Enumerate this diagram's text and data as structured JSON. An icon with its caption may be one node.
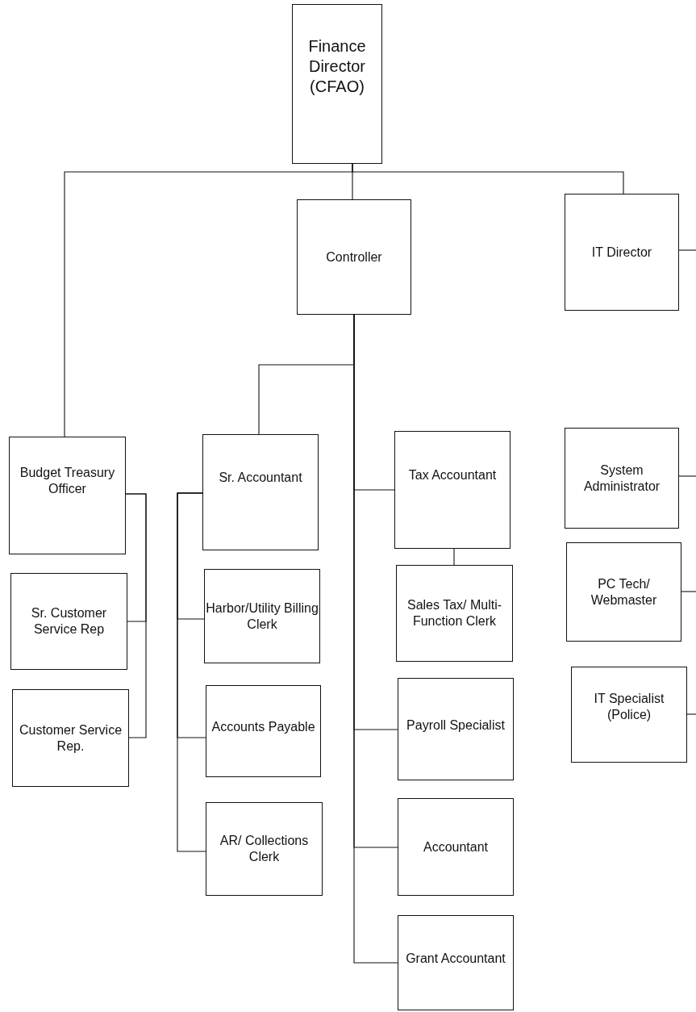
{
  "diagram": {
    "nodes": [
      {
        "text": [
          "Finance Director (CFAO)"
        ]
      },
      {
        "text": [
          "Controller"
        ]
      },
      {
        "text": [
          "IT Director"
        ]
      },
      {
        "text": [
          "Budget Treasury Officer"
        ]
      },
      {
        "text": [
          "Sr. Customer Service Rep"
        ]
      },
      {
        "text": [
          "Customer Service Rep."
        ]
      },
      {
        "text": [
          "Sr. Accountant"
        ]
      },
      {
        "text": [
          "Harbor/Utility Billing Clerk"
        ]
      },
      {
        "text": [
          "Accounts Payable"
        ]
      },
      {
        "text": [
          "AR/ Collections Clerk"
        ]
      },
      {
        "text": [
          "Tax Accountant"
        ]
      },
      {
        "text": [
          "Sales Tax/ Multi-Function Clerk"
        ]
      },
      {
        "text": [
          "Payroll Specialist"
        ]
      },
      {
        "text": [
          "Accountant"
        ]
      },
      {
        "text": [
          "Grant Accountant"
        ]
      },
      {
        "text": [
          "System Administrator"
        ]
      },
      {
        "text": [
          "PC Tech/ Webmaster"
        ]
      },
      {
        "text": [
          "IT Specialist (Police)"
        ]
      }
    ],
    "edges": [
      {
        "from": 0,
        "to": 3,
        "arrow": "none"
      },
      {
        "from": 0,
        "to": 1,
        "arrow": "none"
      },
      {
        "from": 0,
        "to": 2,
        "arrow": "none"
      },
      {
        "from": 1,
        "to": 6,
        "arrow": "none"
      },
      {
        "from": 1,
        "to": 10,
        "arrow": "none"
      },
      {
        "from": 1,
        "to": 12,
        "arrow": "none"
      },
      {
        "from": 1,
        "to": 13,
        "arrow": "none"
      },
      {
        "from": 1,
        "to": 14,
        "arrow": "none"
      },
      {
        "from": 3,
        "to": 4,
        "arrow": "none"
      },
      {
        "from": 3,
        "to": 5,
        "arrow": "none"
      },
      {
        "from": 6,
        "to": 7,
        "arrow": "none"
      },
      {
        "from": 6,
        "to": 8,
        "arrow": "none"
      },
      {
        "from": 6,
        "to": 9,
        "arrow": "none"
      },
      {
        "from": 10,
        "to": 11,
        "arrow": "none"
      },
      {
        "from": 2,
        "to": null,
        "arrow": "none"
      },
      {
        "from": 15,
        "to": null,
        "arrow": "none"
      },
      {
        "from": 16,
        "to": null,
        "arrow": "none"
      },
      {
        "from": 17,
        "to": null,
        "arrow": "none"
      }
    ]
  }
}
